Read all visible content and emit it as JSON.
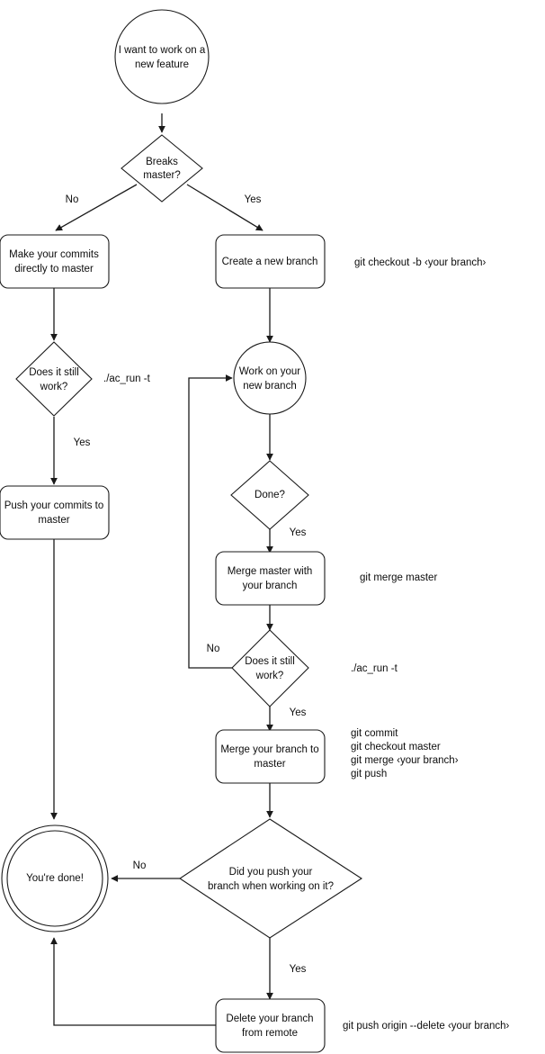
{
  "diagram": {
    "title": "Git feature branch workflow flowchart",
    "type": "flowchart",
    "background_color": "#ffffff",
    "stroke_color": "#1a1a1a",
    "text_color": "#0d0d0d"
  },
  "nodes": {
    "start": {
      "shape": "circle",
      "line1": "I want to work on a",
      "line2": "new feature"
    },
    "breaks_master": {
      "shape": "diamond",
      "line1": "Breaks",
      "line2": "master?"
    },
    "make_commits": {
      "shape": "rounded-rect",
      "line1": "Make your commits",
      "line2": "directly to master"
    },
    "create_branch": {
      "shape": "rounded-rect",
      "line1": "Create a new branch",
      "line2": ""
    },
    "left_still_work": {
      "shape": "diamond",
      "line1": "Does it still",
      "line2": "work?"
    },
    "push_commits": {
      "shape": "rounded-rect",
      "line1": "Push your commits to",
      "line2": "master"
    },
    "work_branch": {
      "shape": "circle",
      "line1": "Work on your",
      "line2": "new branch"
    },
    "done_q": {
      "shape": "diamond",
      "line1": "Done?",
      "line2": ""
    },
    "merge_master": {
      "shape": "rounded-rect",
      "line1": "Merge master with",
      "line2": "your branch"
    },
    "right_still_work": {
      "shape": "diamond",
      "line1": "Does it still",
      "line2": "work?"
    },
    "merge_branch": {
      "shape": "rounded-rect",
      "line1": "Merge your branch to",
      "line2": "master"
    },
    "did_you_push": {
      "shape": "diamond",
      "line1": "Did you push your",
      "line2": "branch when working on it?"
    },
    "delete_branch": {
      "shape": "rounded-rect",
      "line1": "Delete your branch",
      "line2": "from remote"
    },
    "youre_done": {
      "shape": "double-circle",
      "line1": "You're done!",
      "line2": ""
    }
  },
  "edge_labels": {
    "breaks_no": "No",
    "breaks_yes": "Yes",
    "left_work_yes": "Yes",
    "done_yes": "Yes",
    "right_work_no": "No",
    "right_work_yes": "Yes",
    "push_no": "No",
    "push_yes": "Yes"
  },
  "annotations": {
    "checkout": "git checkout -b ‹your branch›",
    "ac_run_left": "./ac_run -t",
    "merge_master_cmd": "git merge master",
    "ac_run_right": "./ac_run -t",
    "merge_branch_cmds": [
      "git commit",
      "git checkout master",
      "git merge ‹your branch›",
      "git push"
    ],
    "delete_branch_cmd": "git push origin --delete ‹your branch›"
  }
}
